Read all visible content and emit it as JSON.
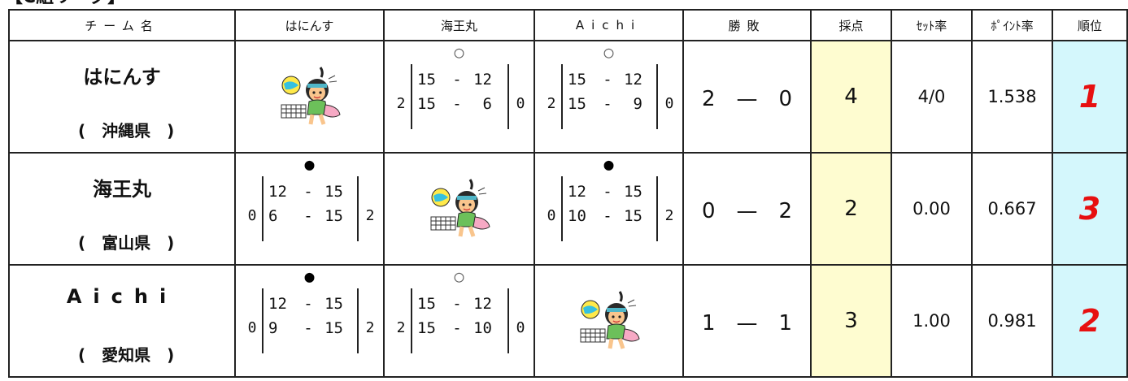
{
  "page_title": "【C組リーグ】",
  "header": {
    "team_name": "チーム名",
    "col1": "はにんす",
    "col2": "海王丸",
    "col3": "Aichi",
    "win_loss": "勝敗",
    "points": "採点",
    "set_rate": "ｾｯﾄ率",
    "point_rate": "ﾎﾟｲﾝﾄ率",
    "rank": "順位"
  },
  "rows": [
    {
      "name": "はにんす",
      "prefecture": "(　沖縄県　)",
      "matches": [
        null,
        {
          "mark": "○",
          "left_total": "2",
          "sets": [
            {
              "a": "15",
              "sep": "-",
              "b": "12"
            },
            {
              "a": "15",
              "sep": "-",
              "b": "6"
            }
          ],
          "right_total": "0"
        },
        {
          "mark": "○",
          "left_total": "2",
          "sets": [
            {
              "a": "15",
              "sep": "-",
              "b": "12"
            },
            {
              "a": "15",
              "sep": "-",
              "b": "9"
            }
          ],
          "right_total": "0"
        }
      ],
      "win_loss": "2　—　0",
      "points": "4",
      "set_rate": "4/0",
      "point_rate": "1.538",
      "rank": "1"
    },
    {
      "name": "海王丸",
      "prefecture": "(　富山県　)",
      "matches": [
        {
          "mark": "●",
          "left_total": "0",
          "sets": [
            {
              "a": "12",
              "sep": "-",
              "b": "15"
            },
            {
              "a": "6",
              "sep": "-",
              "b": "15"
            }
          ],
          "right_total": "2"
        },
        null,
        {
          "mark": "●",
          "left_total": "0",
          "sets": [
            {
              "a": "12",
              "sep": "-",
              "b": "15"
            },
            {
              "a": "10",
              "sep": "-",
              "b": "15"
            }
          ],
          "right_total": "2"
        }
      ],
      "win_loss": "0　—　2",
      "points": "2",
      "set_rate": "0.00",
      "point_rate": "0.667",
      "rank": "3"
    },
    {
      "name": "Aichi",
      "prefecture": "(　愛知県　)",
      "matches": [
        {
          "mark": "●",
          "left_total": "0",
          "sets": [
            {
              "a": "12",
              "sep": "-",
              "b": "15"
            },
            {
              "a": "9",
              "sep": "-",
              "b": "15"
            }
          ],
          "right_total": "2"
        },
        {
          "mark": "○",
          "left_total": "2",
          "sets": [
            {
              "a": "15",
              "sep": "-",
              "b": "12"
            },
            {
              "a": "15",
              "sep": "-",
              "b": "10"
            }
          ],
          "right_total": "0"
        },
        null
      ],
      "win_loss": "1　—　1",
      "points": "3",
      "set_rate": "1.00",
      "point_rate": "0.981",
      "rank": "2"
    }
  ],
  "icons": {
    "self_match": "volleyball-mascot-icon"
  },
  "colors": {
    "points_bg": "#fefcd0",
    "rank_bg": "#d4f7fc",
    "rank_text": "#e71010",
    "win_mark": "#666666",
    "lose_mark": "#000000"
  }
}
